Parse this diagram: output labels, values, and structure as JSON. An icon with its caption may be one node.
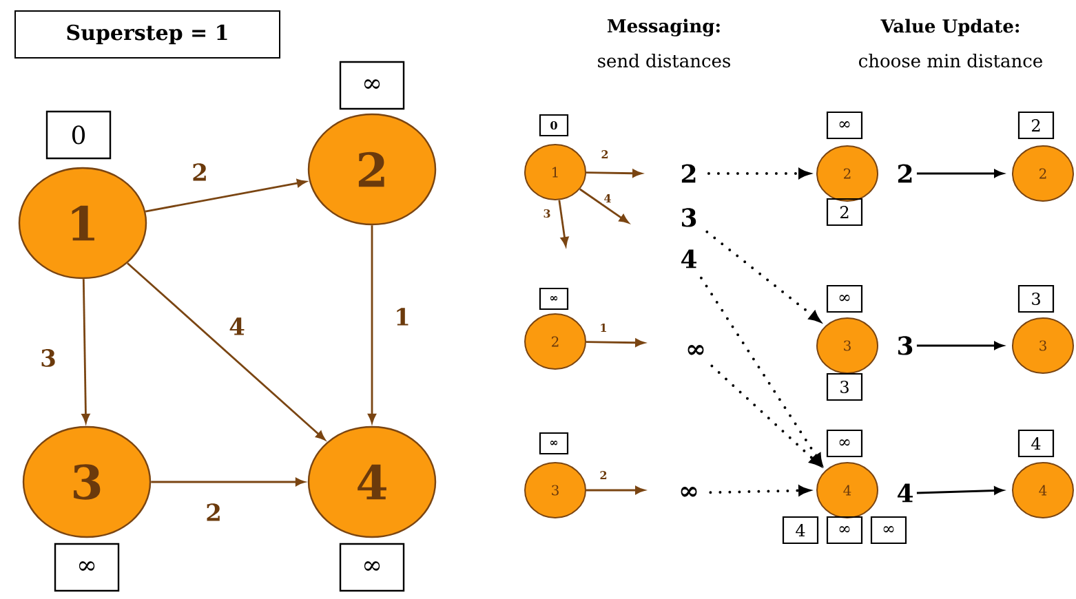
{
  "diagram": {
    "title": "Superstep = 1",
    "nodes": [
      {
        "text": [
          "1"
        ]
      },
      {
        "text": [
          "2"
        ]
      },
      {
        "text": [
          "3"
        ]
      },
      {
        "text": [
          "4"
        ]
      },
      {
        "text": [
          "0"
        ]
      },
      {
        "text": [
          "∞"
        ]
      },
      {
        "text": [
          "∞"
        ]
      },
      {
        "text": [
          "∞"
        ]
      },
      {
        "text": [
          "1"
        ]
      },
      {
        "text": [
          "2"
        ]
      },
      {
        "text": [
          "3"
        ]
      },
      {
        "text": [
          "0"
        ]
      },
      {
        "text": [
          "∞"
        ]
      },
      {
        "text": [
          "∞"
        ]
      },
      {
        "text": [
          "2"
        ]
      },
      {
        "text": [
          "3"
        ]
      },
      {
        "text": [
          "4"
        ]
      },
      {
        "text": [
          "∞"
        ]
      },
      {
        "text": [
          "∞"
        ]
      },
      {
        "text": [
          "2"
        ]
      },
      {
        "text": [
          "3"
        ]
      },
      {
        "text": [
          "4"
        ]
      },
      {
        "text": [
          "∞"
        ]
      },
      {
        "text": [
          "∞"
        ]
      },
      {
        "text": [
          "∞"
        ]
      },
      {
        "text": [
          "2"
        ]
      },
      {
        "text": [
          "3"
        ]
      },
      {
        "text": [
          "4"
        ]
      },
      {
        "text": [
          "∞"
        ]
      },
      {
        "text": [
          "∞"
        ]
      },
      {
        "text": [
          "2"
        ]
      },
      {
        "text": [
          "3"
        ]
      },
      {
        "text": [
          "4"
        ]
      },
      {
        "text": [
          "2"
        ]
      },
      {
        "text": [
          "3"
        ]
      },
      {
        "text": [
          "4"
        ]
      },
      {
        "text": [
          "2"
        ]
      },
      {
        "text": [
          "3"
        ]
      },
      {
        "text": [
          "4"
        ]
      }
    ],
    "edges": [
      {
        "from": 0,
        "to": 1,
        "arrow": "to",
        "label": "2"
      },
      {
        "from": 0,
        "to": 2,
        "arrow": "to",
        "label": "3"
      },
      {
        "from": 0,
        "to": 3,
        "arrow": "to",
        "label": "4"
      },
      {
        "from": 1,
        "to": 3,
        "arrow": "to",
        "label": "1"
      },
      {
        "from": 2,
        "to": 3,
        "arrow": "to",
        "label": "2"
      },
      {
        "from": 8,
        "to": null,
        "arrow": "to",
        "label": "2"
      },
      {
        "from": 8,
        "to": null,
        "arrow": "to",
        "label": "4"
      },
      {
        "from": 8,
        "to": null,
        "arrow": "to",
        "label": "3"
      },
      {
        "from": 9,
        "to": null,
        "arrow": "to",
        "label": "1"
      },
      {
        "from": 10,
        "to": null,
        "arrow": "to",
        "label": "2"
      },
      {
        "from": 14,
        "to": 19,
        "arrow": "to",
        "style": "dashed",
        "color": "#000000"
      },
      {
        "from": 15,
        "to": 20,
        "arrow": "to",
        "style": "dashed",
        "color": "#000000"
      },
      {
        "from": 16,
        "to": 21,
        "arrow": "to",
        "style": "dashed",
        "color": "#000000"
      },
      {
        "from": 17,
        "to": 21,
        "arrow": "to",
        "style": "dashed",
        "color": "#000000"
      },
      {
        "from": 18,
        "to": 21,
        "arrow": "to",
        "style": "dashed",
        "color": "#000000"
      },
      {
        "from": 30,
        "to": 33,
        "arrow": "to",
        "color": "#000000"
      },
      {
        "from": 31,
        "to": 34,
        "arrow": "to",
        "color": "#000000"
      },
      {
        "from": 32,
        "to": 35,
        "arrow": "to",
        "color": "#000000"
      }
    ],
    "labels": [
      "Messaging:",
      "send distances",
      "Value Update:",
      "choose min distance"
    ]
  }
}
